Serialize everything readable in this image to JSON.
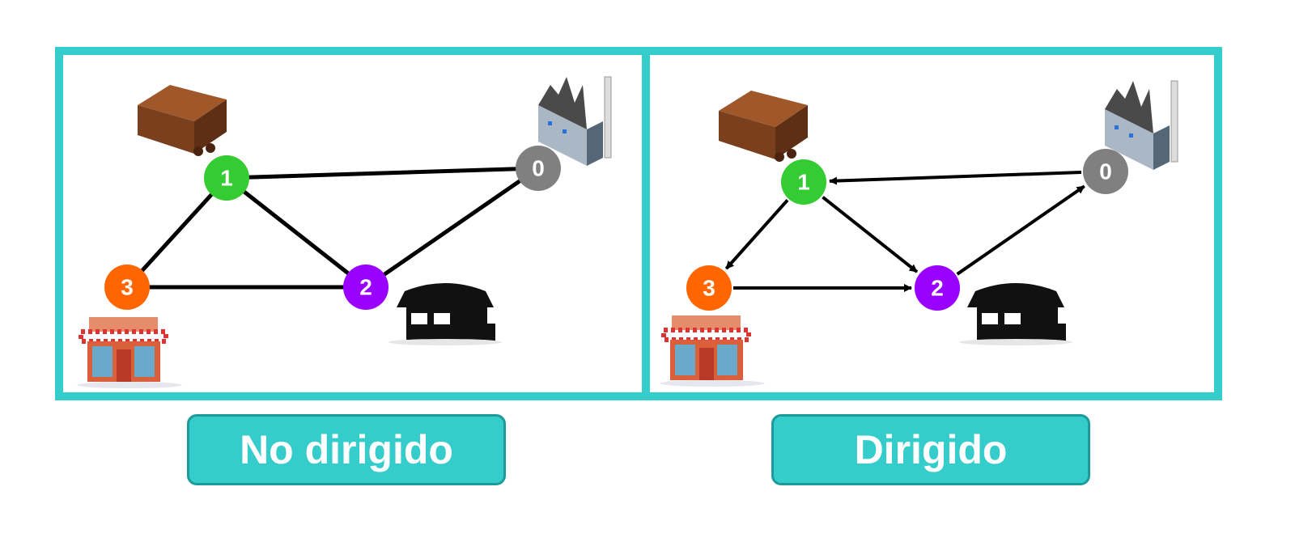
{
  "graphs": [
    {
      "label": "No dirigido",
      "directed": false,
      "nodes": [
        {
          "id": "0",
          "color": "#808080",
          "place": "factory"
        },
        {
          "id": "1",
          "color": "#33cc33",
          "place": "warehouse"
        },
        {
          "id": "2",
          "color": "#9900ff",
          "place": "restaurant"
        },
        {
          "id": "3",
          "color": "#ff6600",
          "place": "bakery"
        }
      ],
      "edges": [
        [
          "1",
          "0"
        ],
        [
          "1",
          "3"
        ],
        [
          "1",
          "2"
        ],
        [
          "3",
          "2"
        ],
        [
          "2",
          "0"
        ]
      ]
    },
    {
      "label": "Dirigido",
      "directed": true,
      "nodes": [
        {
          "id": "0",
          "color": "#808080",
          "place": "factory"
        },
        {
          "id": "1",
          "color": "#33cc33",
          "place": "warehouse"
        },
        {
          "id": "2",
          "color": "#9900ff",
          "place": "restaurant"
        },
        {
          "id": "3",
          "color": "#ff6600",
          "place": "bakery"
        }
      ],
      "edges": [
        [
          "0",
          "1"
        ],
        [
          "1",
          "3"
        ],
        [
          "1",
          "2"
        ],
        [
          "3",
          "2"
        ],
        [
          "2",
          "0"
        ]
      ]
    }
  ],
  "frame_color": "#35cccc"
}
